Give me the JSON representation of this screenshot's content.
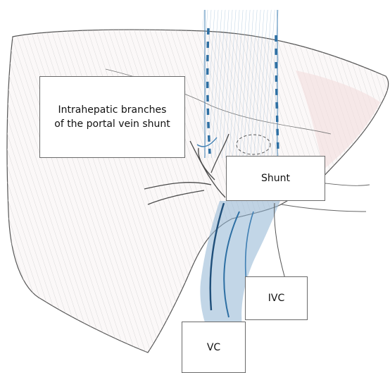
{
  "labels": {
    "branches_line1": "Intrahepatic branches",
    "branches_line2": "of the portal vein shunt",
    "shunt": "Shunt",
    "ivc": "IVC",
    "vc": "VC"
  },
  "colors": {
    "outline": "#555555",
    "hatch": "#c9c9c9",
    "vessel_blue": "#3f7fb3",
    "vessel_dark": "#1f4f7a",
    "pink_tint": "#f3dede"
  }
}
